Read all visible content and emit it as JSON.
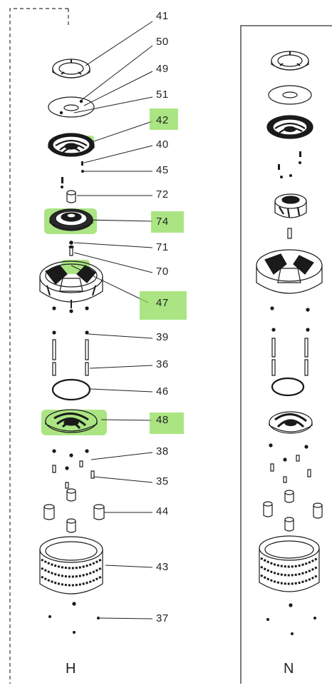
{
  "callouts": [
    {
      "id": "41",
      "text": "41"
    },
    {
      "id": "50",
      "text": "50"
    },
    {
      "id": "49",
      "text": "49"
    },
    {
      "id": "51",
      "text": "51"
    },
    {
      "id": "42",
      "text": "42"
    },
    {
      "id": "40",
      "text": "40"
    },
    {
      "id": "45",
      "text": "45"
    },
    {
      "id": "72",
      "text": "72"
    },
    {
      "id": "74",
      "text": "74"
    },
    {
      "id": "71",
      "text": "71"
    },
    {
      "id": "70",
      "text": "70"
    },
    {
      "id": "47",
      "text": "47"
    },
    {
      "id": "39",
      "text": "39"
    },
    {
      "id": "36",
      "text": "36"
    },
    {
      "id": "46",
      "text": "46"
    },
    {
      "id": "48",
      "text": "48"
    },
    {
      "id": "38",
      "text": "38"
    },
    {
      "id": "35",
      "text": "35"
    },
    {
      "id": "44",
      "text": "44"
    },
    {
      "id": "43",
      "text": "43"
    },
    {
      "id": "37",
      "text": "37"
    }
  ],
  "highlighted_callouts": [
    "42",
    "74",
    "47",
    "48"
  ],
  "variants": {
    "left": "H",
    "right": "N"
  },
  "colors": {
    "highlight": "#8fdc5a",
    "line": "#222222",
    "part": "#1a1a1a"
  }
}
